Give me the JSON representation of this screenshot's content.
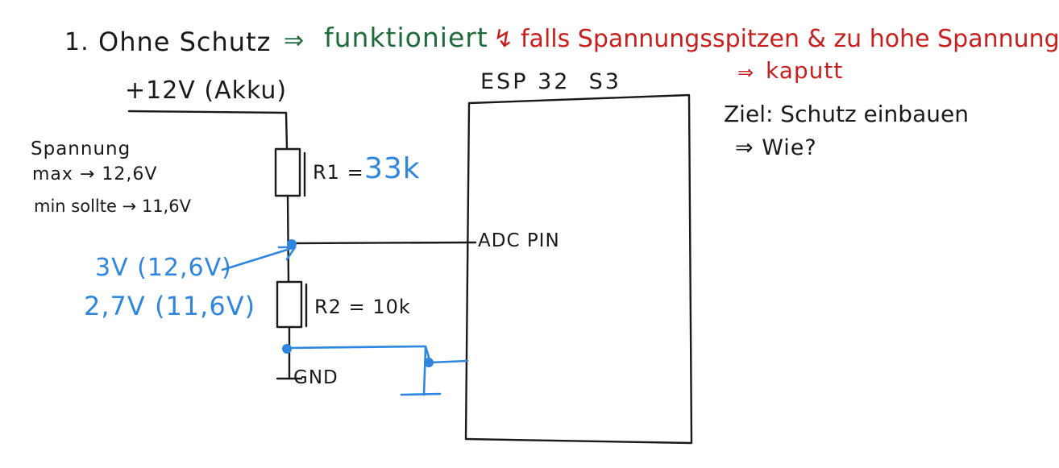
{
  "title": {
    "number": "1.",
    "main": "Ohne Schutz",
    "arrow": "⇒",
    "result": "funktioniert",
    "warning_symbol": "↯",
    "warning": "falls Spannungsspitzen & zu hohe Spannung",
    "consequence_arrow": "⇒",
    "consequence": "kaputt"
  },
  "goal": {
    "line1": "Ziel: Schutz einbauen",
    "line2": "⇒ Wie?"
  },
  "supply": {
    "label": "+12V (Akku)"
  },
  "chip": {
    "label": "ESP 32  S3",
    "pin_label": "ADC PIN"
  },
  "resistors": {
    "r1_label": "R1 =",
    "r1_value": "33k",
    "r2_label": "R2 = 10k"
  },
  "ground": {
    "label": "GND"
  },
  "voltage_notes": {
    "heading": "Spannung",
    "max": "max → 12,6V",
    "min": "min sollte → 11,6V"
  },
  "adc_notes": {
    "high": "3V (12,6V)",
    "low": "2,7V (11,6V)"
  },
  "colors": {
    "ink": "#1a1a1a",
    "green": "#1f6b3a",
    "red": "#c8201e",
    "blue": "#2f86e0"
  }
}
